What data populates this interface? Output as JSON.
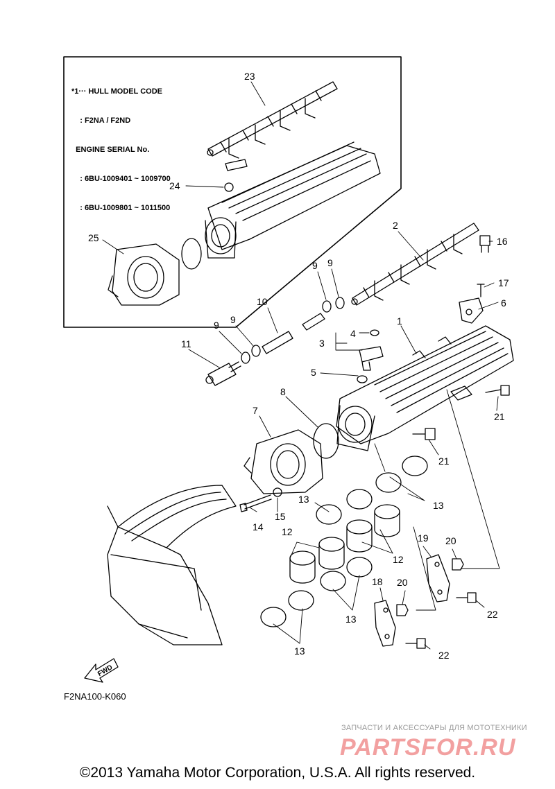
{
  "note": {
    "line1": "*1··· HULL MODEL CODE",
    "line2": "    : F2NA / F2ND",
    "line3": "  ENGINE SERIAL No.",
    "line4": "    : 6BU-1009401 ~ 1009700",
    "line5": "    : 6BU-1009801 ~ 1011500"
  },
  "labels": {
    "n1": "1",
    "n2": "2",
    "n3": "3",
    "n4": "4",
    "n5": "5",
    "n6": "6",
    "n7": "7",
    "n8": "8",
    "n9a": "9",
    "n9b": "9",
    "n9c": "9",
    "n9d": "9",
    "n10": "10",
    "n11": "11",
    "n12a": "12",
    "n12b": "12",
    "n13a": "13",
    "n13b": "13",
    "n13c": "13",
    "n13d": "13",
    "n14": "14",
    "n15": "15",
    "n16": "16",
    "n17": "17",
    "n18": "18",
    "n19": "19",
    "n20a": "20",
    "n20b": "20",
    "n21a": "21",
    "n21b": "21",
    "n22a": "22",
    "n22b": "22",
    "n23": "23",
    "n24": "24",
    "n25": "25"
  },
  "fwd_label": "FWD",
  "reference_code": "F2NA100-K060",
  "watermark": {
    "caption": "ЗАПЧАСТИ И АКСЕССУАРЫ ДЛЯ МОТОТЕХНИКИ",
    "logo": "PARTSFOR.RU",
    "logo_color": "#f2a0a0"
  },
  "copyright": "©2013 Yamaha Motor Corporation, U.S.A. All rights reserved."
}
